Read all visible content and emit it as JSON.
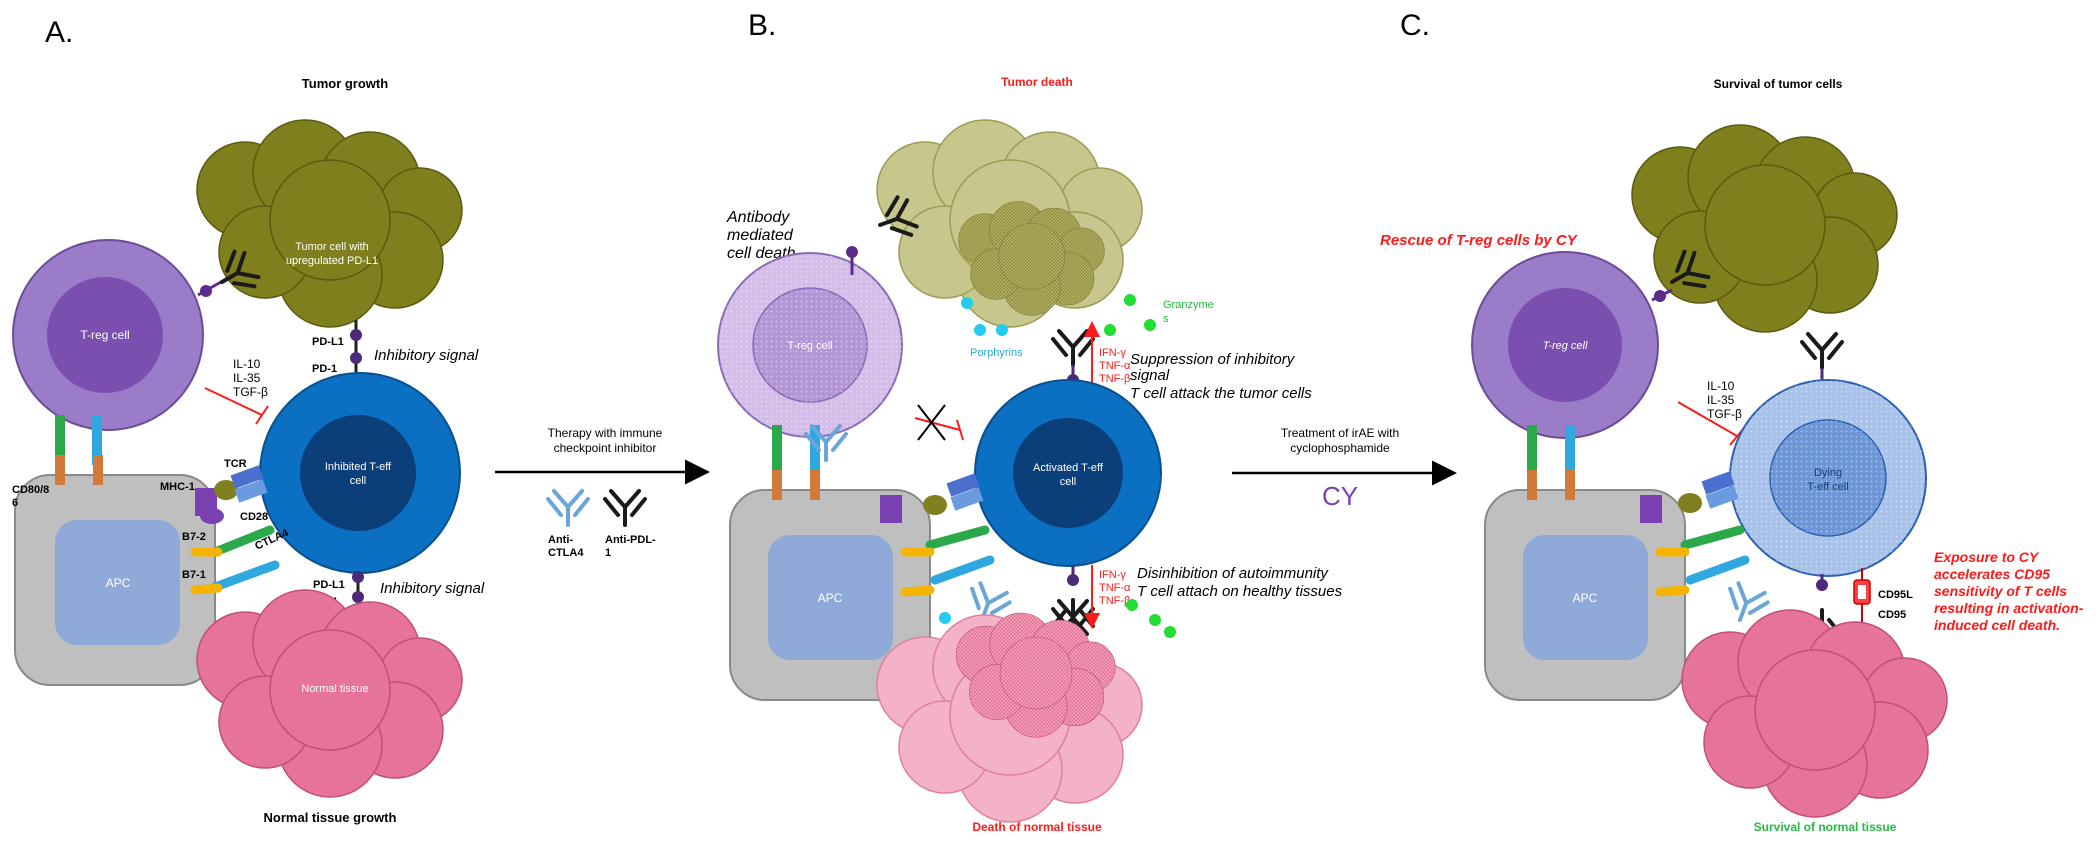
{
  "panels": {
    "a": {
      "letter": "A.",
      "top_title": "Tumor growth",
      "bottom_title": "Normal tissue growth",
      "tumor_label_1": "Tumor cell with",
      "tumor_label_2": "upregulated PD-L1",
      "treg": "T-reg cell",
      "teff_1": "Inhibited T-eff",
      "teff_2": "cell",
      "apc": "APC",
      "normal": "Normal tissue",
      "cytokines": [
        "IL-10",
        "IL-35",
        "TGF-β"
      ],
      "pdl1_top": "PD-L1",
      "pd1_top": "PD-1",
      "pdl1_bottom": "PD-L1",
      "pd1_bottom": "PD-1",
      "inhibitory_top": "Inhibitory signal",
      "inhibitory_bottom": "Inhibitory signal",
      "cd80_1": "CD80/8",
      "cd80_2": "6",
      "mhc": "MHC-1",
      "tcr": "TCR",
      "cd28": "CD28",
      "b72": "B7-2",
      "b71": "B7-1",
      "ctla4": "CTLA4"
    },
    "arrow1": {
      "line1": "Therapy with immune",
      "line2": "checkpoint inhibitor",
      "ab1_1": "Anti-",
      "ab1_2": "CTLA4",
      "ab2_1": "Anti-PDL-",
      "ab2_2": "1"
    },
    "b": {
      "letter": "B.",
      "top_title": "Tumor death",
      "bottom_title": "Death of normal tissue",
      "antibody": [
        "Antibody",
        "mediated",
        "cell death"
      ],
      "treg": "T-reg cell",
      "teff_1": "Activated T-eff",
      "teff_2": "cell",
      "apc": "APC",
      "granzyme_1": "Granzyme",
      "granzyme_2": "s",
      "porphyrins": "Porphyrins",
      "cytokines_top": [
        "IFN-γ",
        "TNF-α",
        "TNF-β"
      ],
      "cytokines_bottom": [
        "IFN-γ",
        "TNF-α",
        "TNF-β"
      ],
      "suppression": [
        "Suppression of inhibitory",
        "signal",
        "T cell attack the tumor cells"
      ],
      "disinhibition": [
        "Disinhibition of autoimmunity",
        "T cell attach on healthy tissues"
      ]
    },
    "arrow2": {
      "line1": "Treatment of irAE with",
      "line2": "cyclophosphamide",
      "cy": "CY"
    },
    "c": {
      "letter": "C.",
      "top_title": "Survival of tumor cells",
      "bottom_title": "Survival of normal tissue",
      "rescue": "Rescue of T-reg cells by CY",
      "treg": "T-reg cell",
      "teff_1": "Dying",
      "teff_2": "T-eff cell",
      "apc": "APC",
      "cytokines": [
        "IL-10",
        "IL-35",
        "TGF-β"
      ],
      "cd95l": "CD95L",
      "cd95": "CD95",
      "exposure": [
        "Exposure to CY",
        "accelerates CD95",
        "sensitivity of T cells",
        "resulting in activation-",
        "induced cell death."
      ]
    }
  },
  "colors": {
    "tumor": "#7f7f1e",
    "tumor_light": "#c6c68d",
    "treg": "#9b7cc9",
    "treg_inner": "#7b4fb0",
    "teff": "#0b6fc2",
    "teff_inner": "#0b3f7a",
    "apc_outer": "#bfbfbf",
    "apc_inner": "#8fa9d9",
    "normal": "#e5739a",
    "normal_light": "#f3b2c5",
    "red": "#ff1a1a",
    "green": "#22bb44",
    "cyan": "#22ccee",
    "cy_purple": "#7a3fb0"
  }
}
